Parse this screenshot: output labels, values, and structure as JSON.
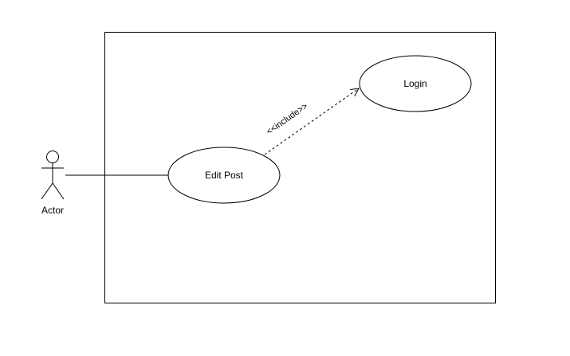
{
  "diagram": {
    "type": "use-case",
    "actor": {
      "label": "Actor"
    },
    "use_cases": [
      {
        "id": "edit-post",
        "label": "Edit Post"
      },
      {
        "id": "login",
        "label": "Login"
      }
    ],
    "relationships": [
      {
        "from": "actor",
        "to": "edit-post",
        "kind": "association",
        "label": ""
      },
      {
        "from": "edit-post",
        "to": "login",
        "kind": "include",
        "label": "<<include>>"
      }
    ]
  }
}
